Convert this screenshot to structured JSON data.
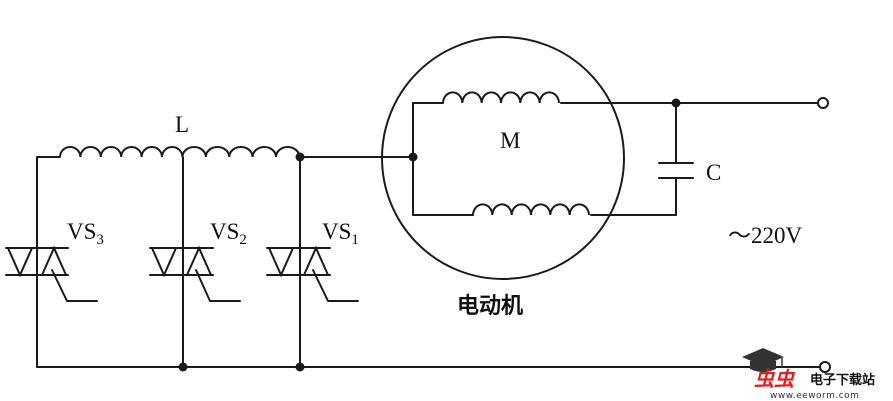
{
  "labels": {
    "inductor": "L",
    "motor": "M",
    "capacitor": "C",
    "supply": "～220V",
    "motor_caption": "电动机",
    "vs3_main": "VS",
    "vs3_sub": "3",
    "vs2_main": "VS",
    "vs2_sub": "2",
    "vs1_main": "VS",
    "vs1_sub": "1"
  },
  "watermark": {
    "brand": "虫虫",
    "site_name": "电子下载站",
    "url": "www.eeworm.com",
    "brand_color": "#e02020",
    "icon": "graduation-cap-icon"
  }
}
